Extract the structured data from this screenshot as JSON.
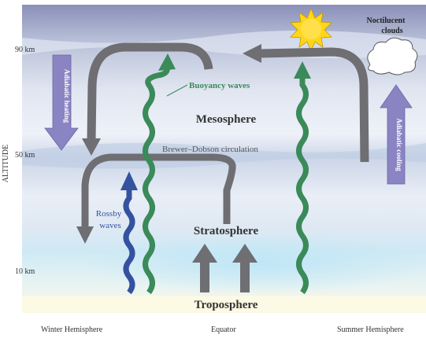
{
  "axis": {
    "label": "ALTITUDE",
    "ticks": [
      "90 km",
      "50 km",
      "10 km"
    ],
    "x_labels": [
      "Winter Hemisphere",
      "Equator",
      "Summer Hemisphere"
    ]
  },
  "layers": {
    "mesosphere": "Mesosphere",
    "stratosphere": "Stratosphere",
    "troposphere": "Troposphere"
  },
  "annotations": {
    "noctilucent_line1": "Noctilucent",
    "noctilucent_line2": "clouds",
    "buoyancy_waves": "Buoyancy waves",
    "brewer_dobson": "Brewer–Dobson circulation",
    "rossby_line1": "Rossby",
    "rossby_line2": "waves",
    "adiabatic_heating": "Adiabatic heating",
    "adiabatic_cooling": "Adiabatic cooling"
  },
  "colors": {
    "circulation_arrow": "#6e6e73",
    "buoyancy_wave": "#3b8a5a",
    "rossby_wave": "#3452a0",
    "adiabatic_arrow": "#8a84c2",
    "sun": "#ffd61c"
  },
  "icons": {
    "sun": "sun-icon",
    "cloud": "cloud-icon"
  }
}
